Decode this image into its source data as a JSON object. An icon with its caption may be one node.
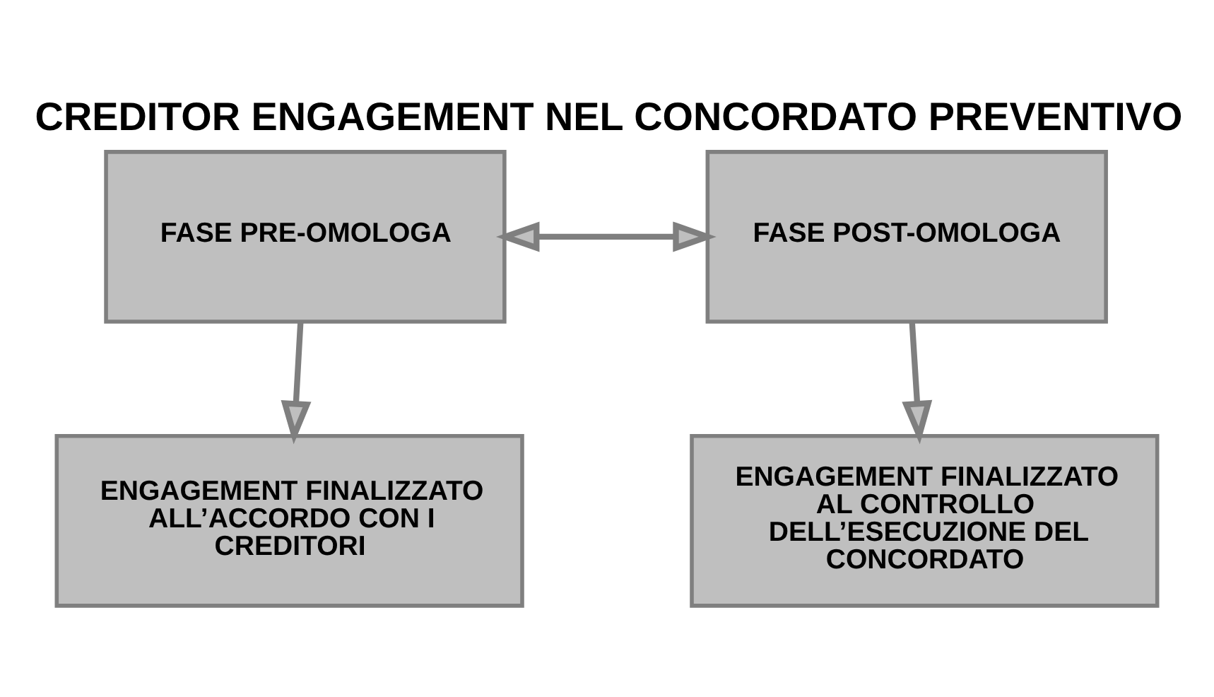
{
  "diagram": {
    "title": "CREDITOR ENGAGEMENT NEL CONCORDATO PREVENTIVO",
    "nodes": [
      {
        "text": [
          "FASE PRE-OMOLOGA"
        ]
      },
      {
        "text": [
          "FASE POST-OMOLOGA"
        ]
      },
      {
        "text": [
          "ENGAGEMENT FINALIZZATO ALL’ACCORDO CON I CREDITORI"
        ]
      },
      {
        "text": [
          "ENGAGEMENT FINALIZZATO AL CONTROLLO DELL’ESECUZIONE DEL CONCORDATO"
        ]
      }
    ],
    "edges": [
      {
        "from": 0,
        "to": 1,
        "arrow": "both"
      },
      {
        "from": 0,
        "to": 2,
        "arrow": "to"
      },
      {
        "from": 1,
        "to": 3,
        "arrow": "to"
      }
    ]
  }
}
